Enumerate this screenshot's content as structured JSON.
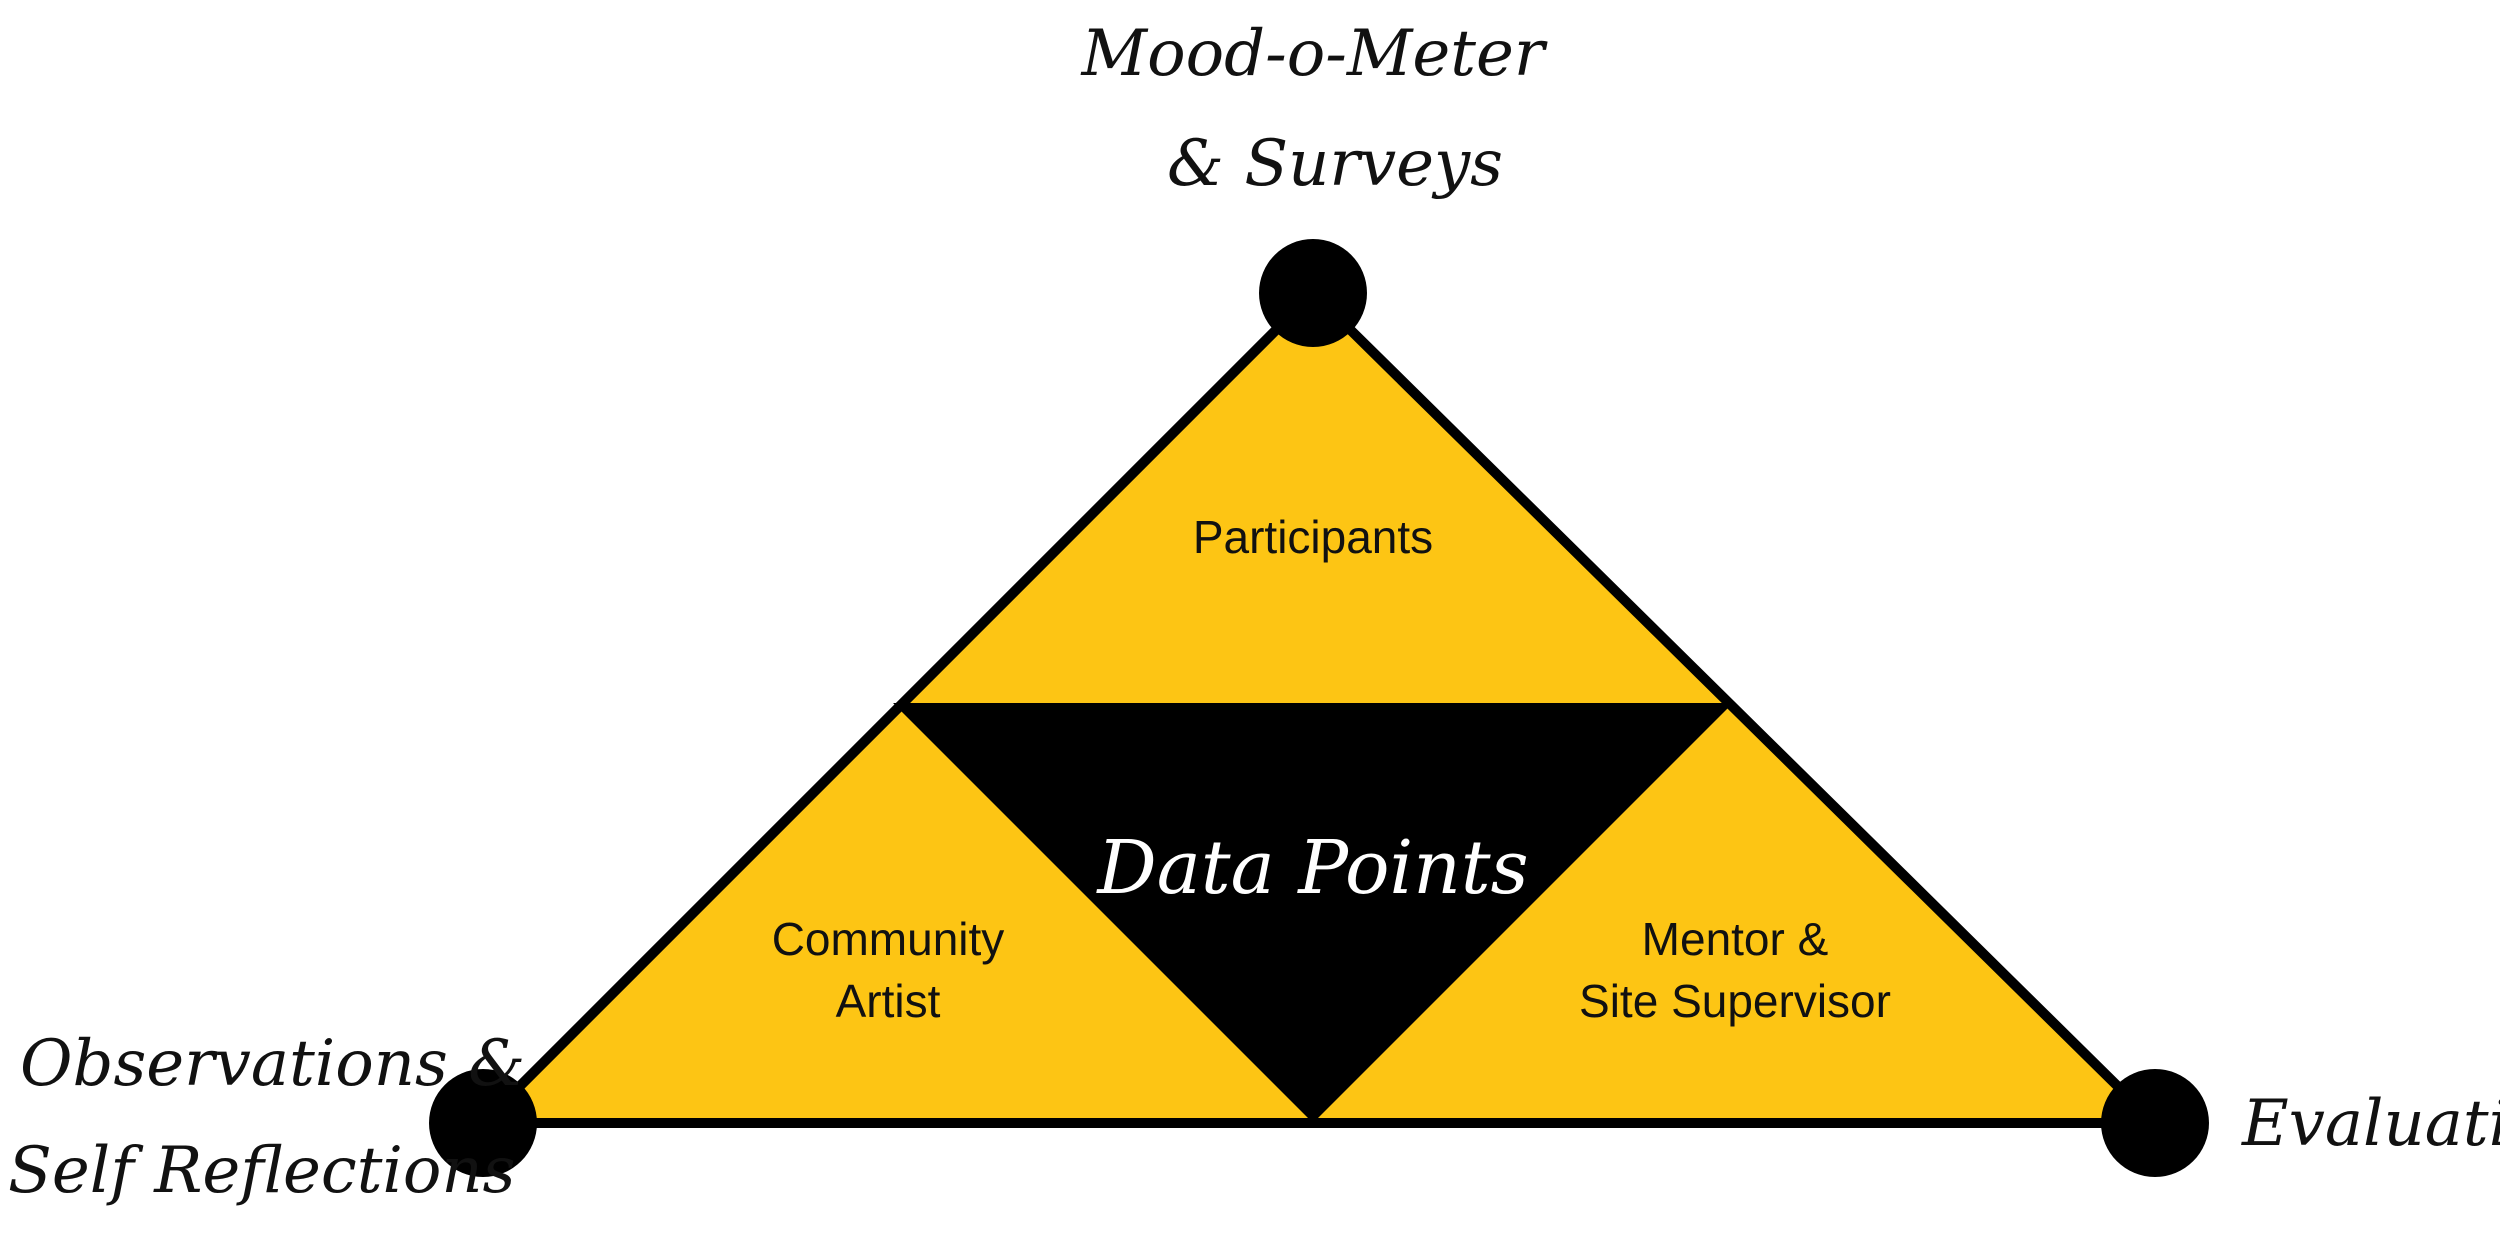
{
  "diagram": {
    "center_label": "Data Points",
    "sections": {
      "top": "Participants",
      "left": [
        "Community",
        "Artist"
      ],
      "right": [
        "Mentor &",
        "Site Supervisor"
      ]
    },
    "vertices": {
      "top": [
        "Mood-o-Meter",
        "& Surveys"
      ],
      "left": [
        "Observations &",
        "Self Reflections"
      ],
      "right": "Evaluation"
    },
    "colors": {
      "fill": "#FDC514",
      "outline": "#000000",
      "center": "#000000",
      "background": "#FFFFFF"
    }
  }
}
